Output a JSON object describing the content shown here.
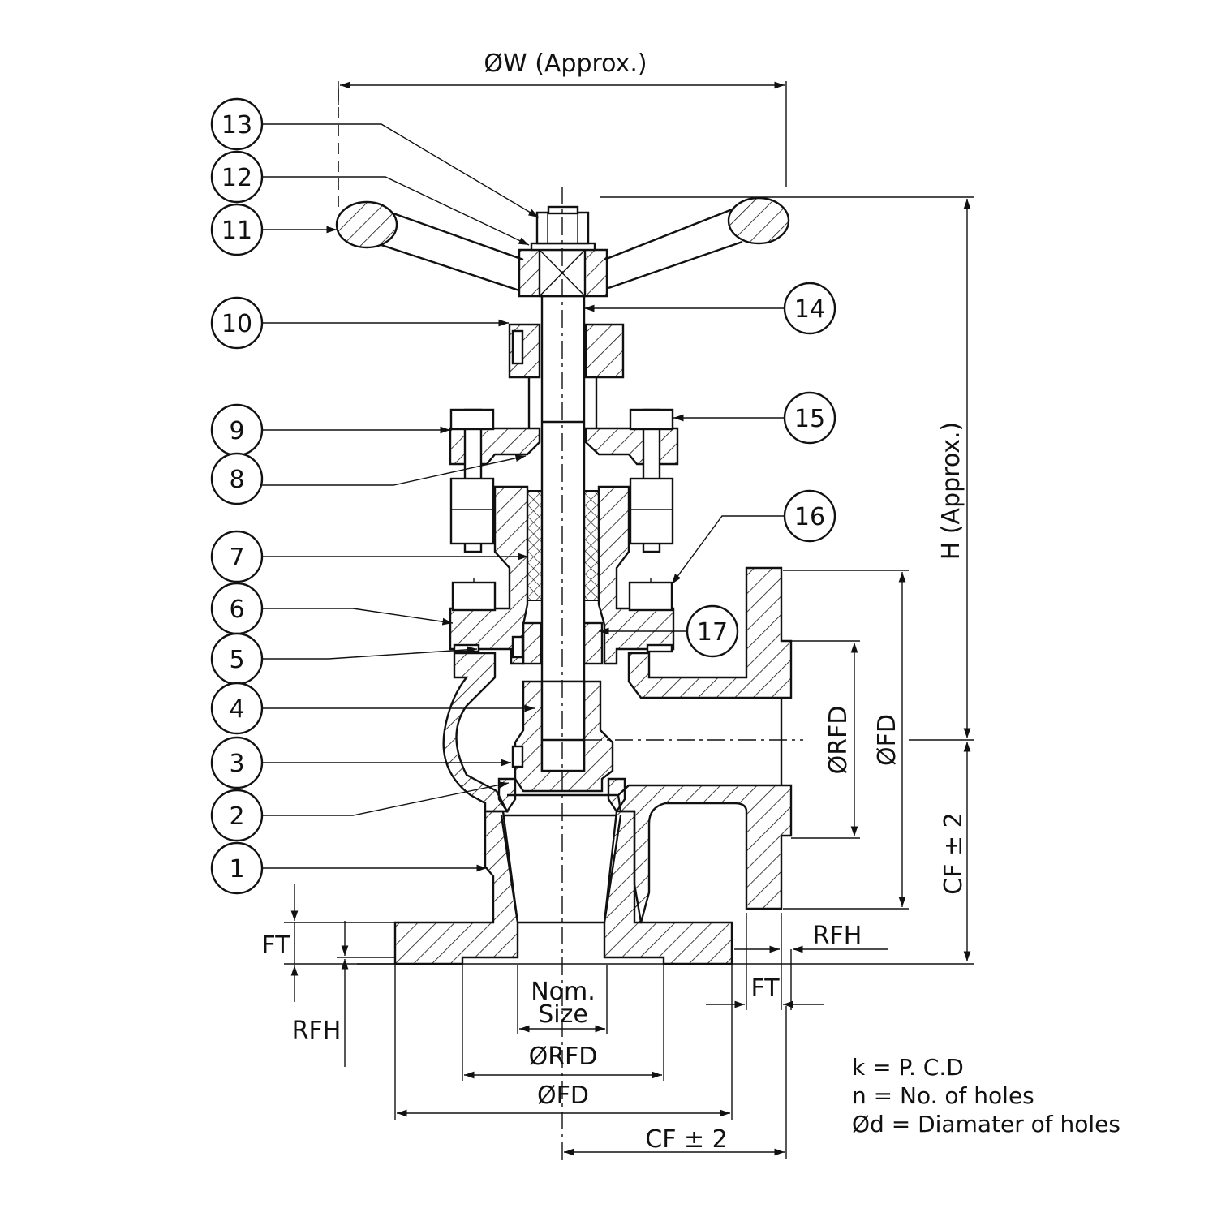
{
  "dimensions": {
    "handwheel_diameter": "ØW (Approx.)",
    "height": "H (Approx.)",
    "raised_face_diameter_side": "ØRFD",
    "flange_diameter_side": "ØFD",
    "center_to_face_side": "CF ± 2",
    "flange_thickness_left": "FT",
    "raised_face_height_left": "RFH",
    "raised_face_height_right": "RFH",
    "flange_thickness_right": "FT",
    "nominal_size_line1": "Nom.",
    "nominal_size_line2": "Size",
    "raised_face_diameter_bottom": "ØRFD",
    "flange_diameter_bottom": "ØFD",
    "center_to_face_bottom": "CF ± 2"
  },
  "part_numbers": [
    "1",
    "2",
    "3",
    "4",
    "5",
    "6",
    "7",
    "8",
    "9",
    "10",
    "11",
    "12",
    "13",
    "14",
    "15",
    "16",
    "17"
  ],
  "legend": [
    "k = P. C.D",
    "n = No. of holes",
    "Ød = Diamater of holes"
  ]
}
